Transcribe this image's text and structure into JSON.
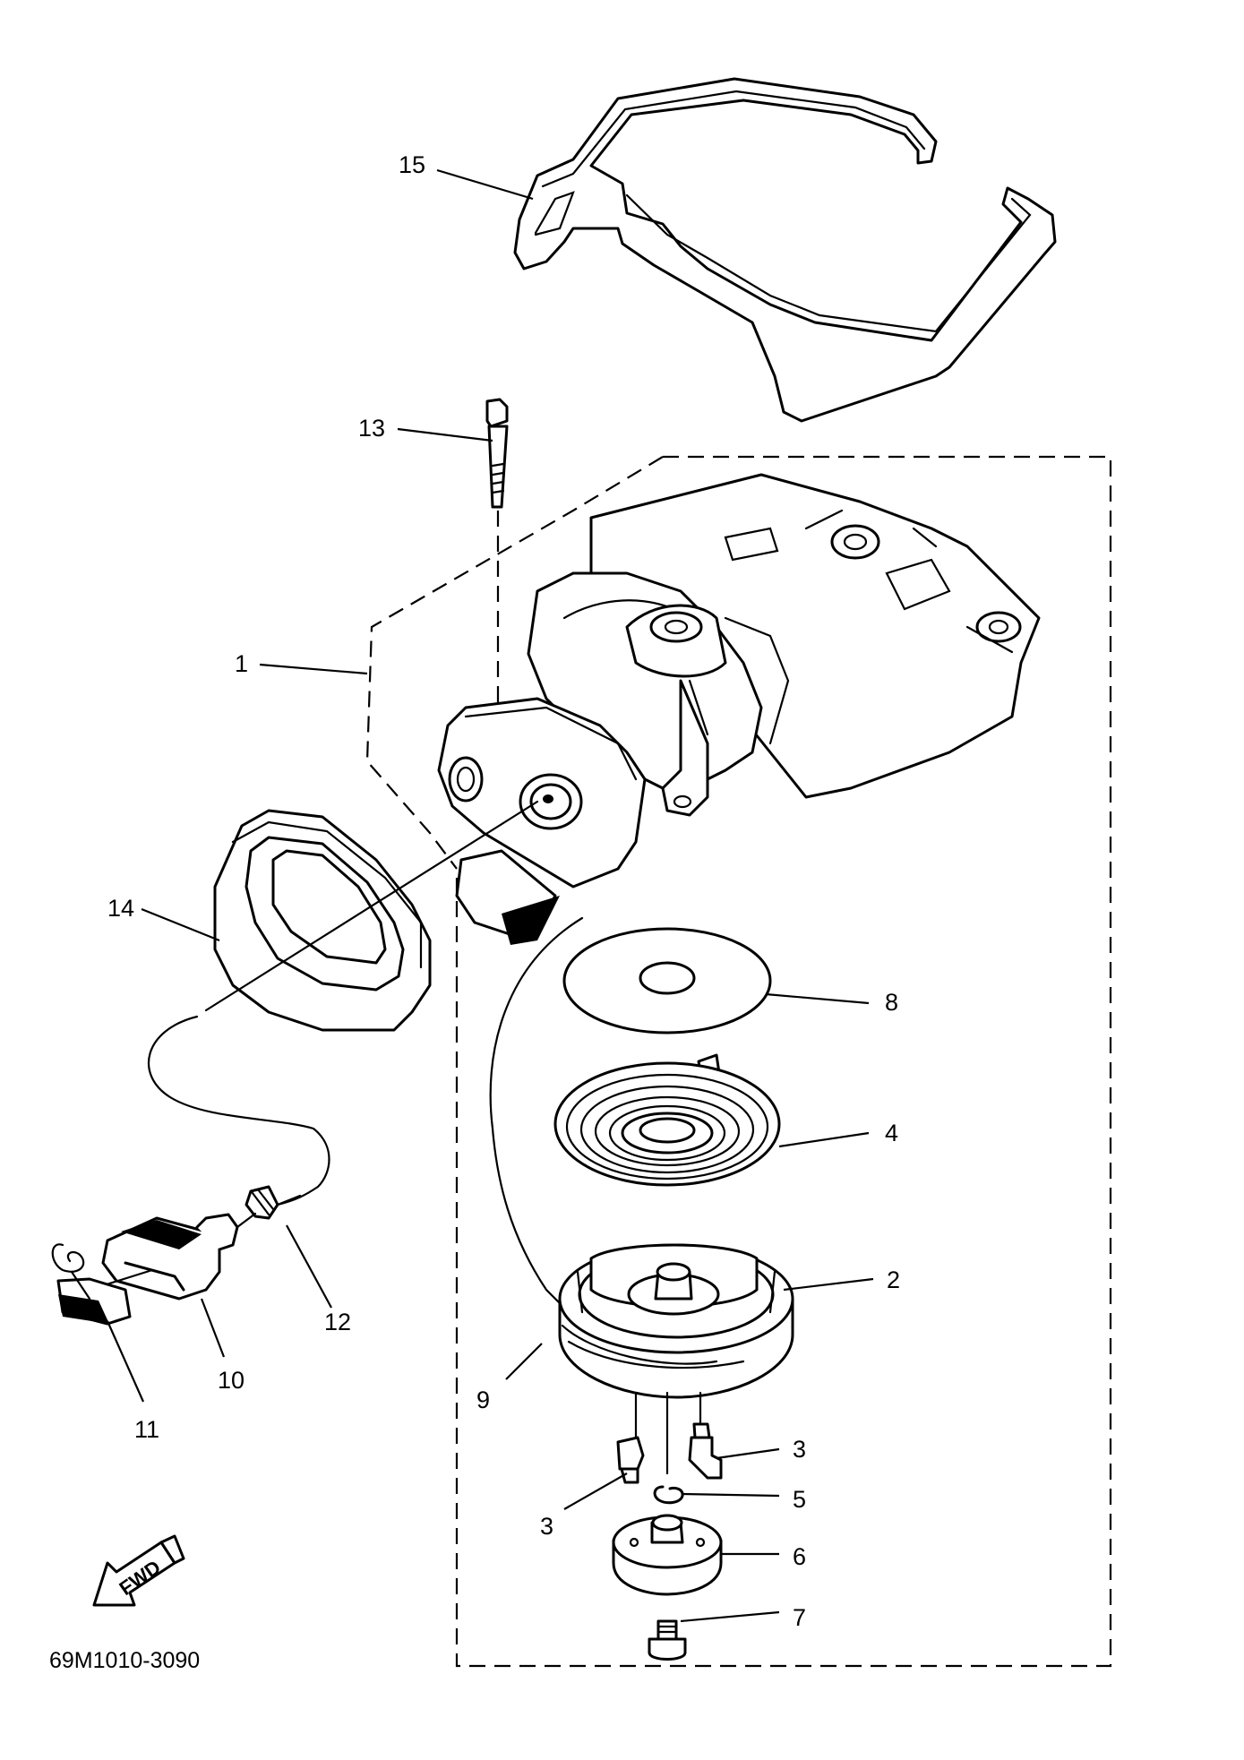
{
  "diagram": {
    "drawing_code": "69M1010-3090",
    "fwd_label": "FWD",
    "callouts": {
      "c1": "1",
      "c2": "2",
      "c3a": "3",
      "c3b": "3",
      "c4": "4",
      "c5": "5",
      "c6": "6",
      "c7": "7",
      "c8": "8",
      "c9": "9",
      "c10": "10",
      "c11": "11",
      "c12": "12",
      "c13": "13",
      "c14": "14",
      "c15": "15"
    }
  }
}
